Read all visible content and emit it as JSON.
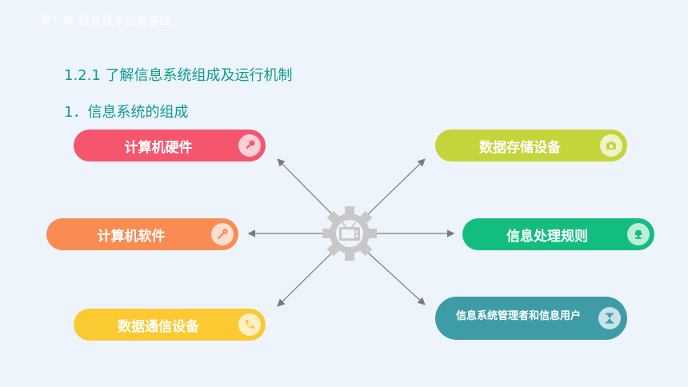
{
  "header": {
    "chapter": "第1 章    信息技术应用基础"
  },
  "section_title": "1.2.1 了解信息系统组成及运行机制",
  "sub_title": "1．信息系统的组成",
  "nodes": [
    {
      "label": "计算机硬件",
      "color": "#f5566e",
      "icon": "microphone-icon"
    },
    {
      "label": "计算机软件",
      "color": "#f98c52",
      "icon": "wrench-icon"
    },
    {
      "label": "数据通信设备",
      "color": "#fbc932",
      "icon": "phone-icon"
    },
    {
      "label": "数据存储设备",
      "color": "#c5d43b",
      "icon": "camera-icon"
    },
    {
      "label": "信息处理规则",
      "color": "#12bd7e",
      "icon": "lamp-icon"
    },
    {
      "label": "信息系统管理者和信息用户",
      "color": "#3e9ca6",
      "icon": "hourglass-icon"
    }
  ],
  "hub": {
    "icon": "gear-tv-icon",
    "color": "#c8c8c8"
  },
  "arrow_color": "#7a7a7a"
}
